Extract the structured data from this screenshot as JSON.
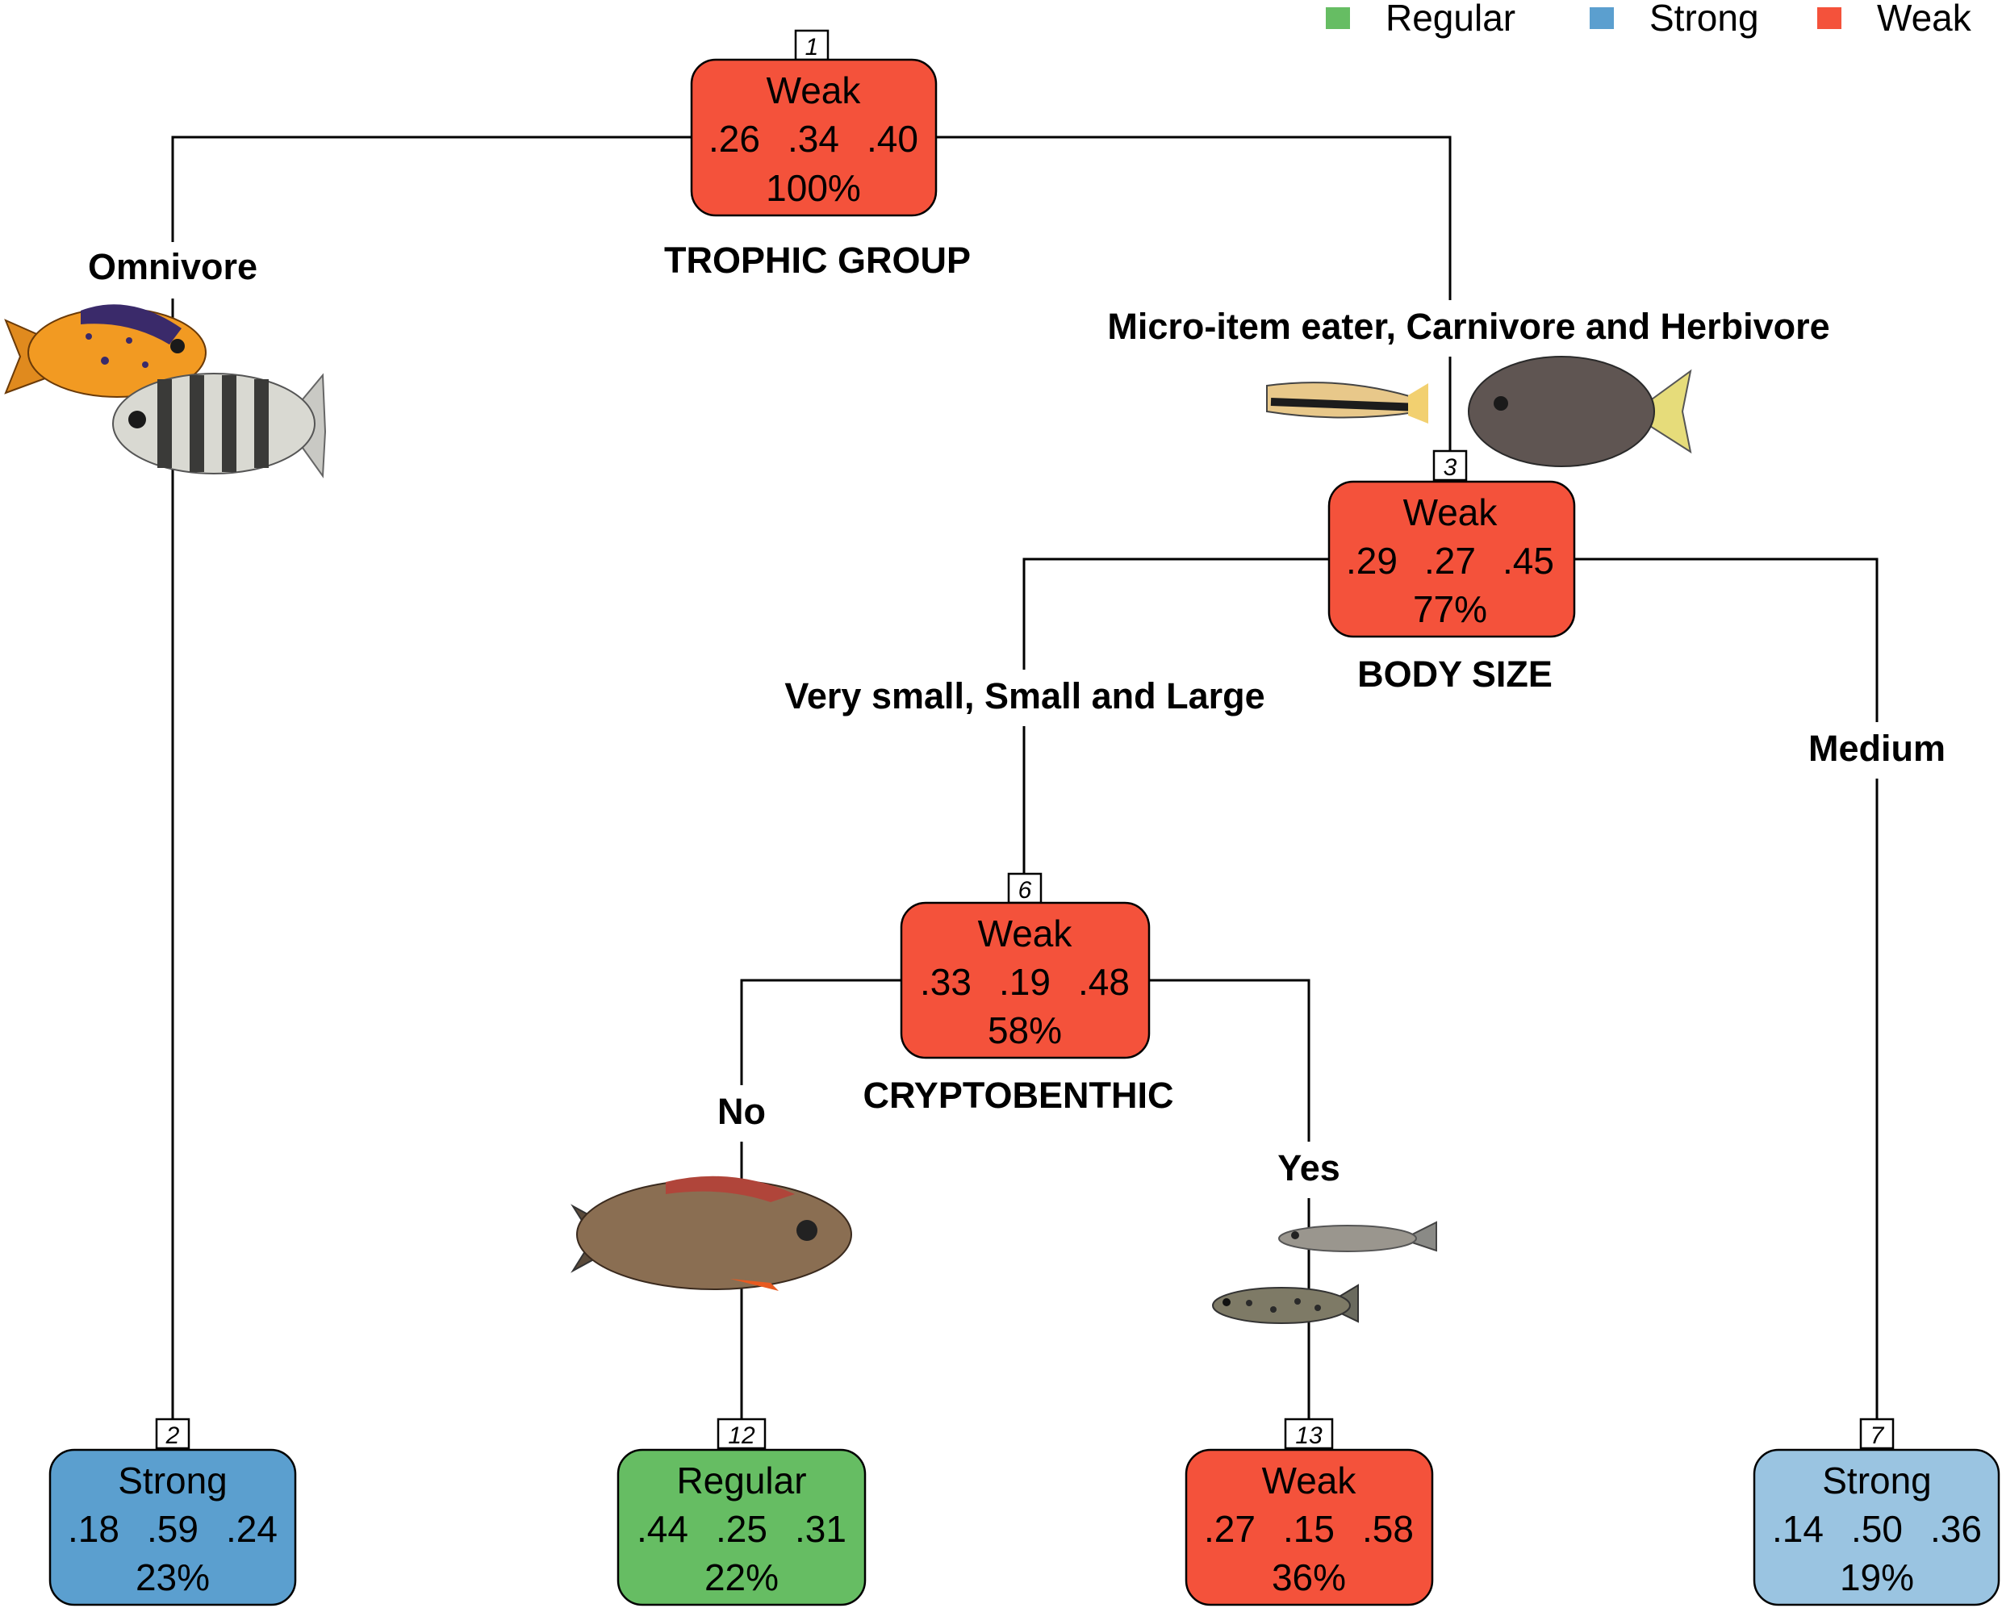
{
  "legend": [
    {
      "label": "Regular",
      "color": "#66bd63"
    },
    {
      "label": "Strong",
      "color": "#5b9fcf"
    },
    {
      "label": "Weak",
      "color": "#f4523b"
    }
  ],
  "nodes": [
    {
      "id": "1",
      "class": "Weak",
      "probs": [
        ".26",
        ".34",
        ".40"
      ],
      "pct": "100%",
      "color": "#f4523b",
      "variable": "TROPHIC GROUP"
    },
    {
      "id": "3",
      "class": "Weak",
      "probs": [
        ".29",
        ".27",
        ".45"
      ],
      "pct": "77%",
      "color": "#f4523b",
      "variable": "BODY SIZE"
    },
    {
      "id": "6",
      "class": "Weak",
      "probs": [
        ".33",
        ".19",
        ".48"
      ],
      "pct": "58%",
      "color": "#f4523b",
      "variable": "CRYPTOBENTHIC"
    },
    {
      "id": "2",
      "class": "Strong",
      "probs": [
        ".18",
        ".59",
        ".24"
      ],
      "pct": "23%",
      "color": "#5b9fcf",
      "variable": ""
    },
    {
      "id": "12",
      "class": "Regular",
      "probs": [
        ".44",
        ".25",
        ".31"
      ],
      "pct": "22%",
      "color": "#66bd63",
      "variable": ""
    },
    {
      "id": "13",
      "class": "Weak",
      "probs": [
        ".27",
        ".15",
        ".58"
      ],
      "pct": "36%",
      "color": "#f4523b",
      "variable": ""
    },
    {
      "id": "7",
      "class": "Strong",
      "probs": [
        ".14",
        ".50",
        ".36"
      ],
      "pct": "19%",
      "color": "#9ac4e1",
      "variable": ""
    }
  ],
  "branches": [
    {
      "label": "Omnivore"
    },
    {
      "label": "Micro-item eater, Carnivore and Herbivore"
    },
    {
      "label": "Very small, Small and Large"
    },
    {
      "label": "Medium"
    },
    {
      "label": "No"
    },
    {
      "label": "Yes"
    }
  ],
  "images": [
    {
      "icon": "damselfish-orange-icon"
    },
    {
      "icon": "sergeant-major-fish-icon"
    },
    {
      "icon": "wrasse-fish-icon"
    },
    {
      "icon": "surgeonfish-icon"
    },
    {
      "icon": "snapper-fish-icon"
    },
    {
      "icon": "goby-fish-icon"
    },
    {
      "icon": "blenny-fish-icon"
    }
  ]
}
